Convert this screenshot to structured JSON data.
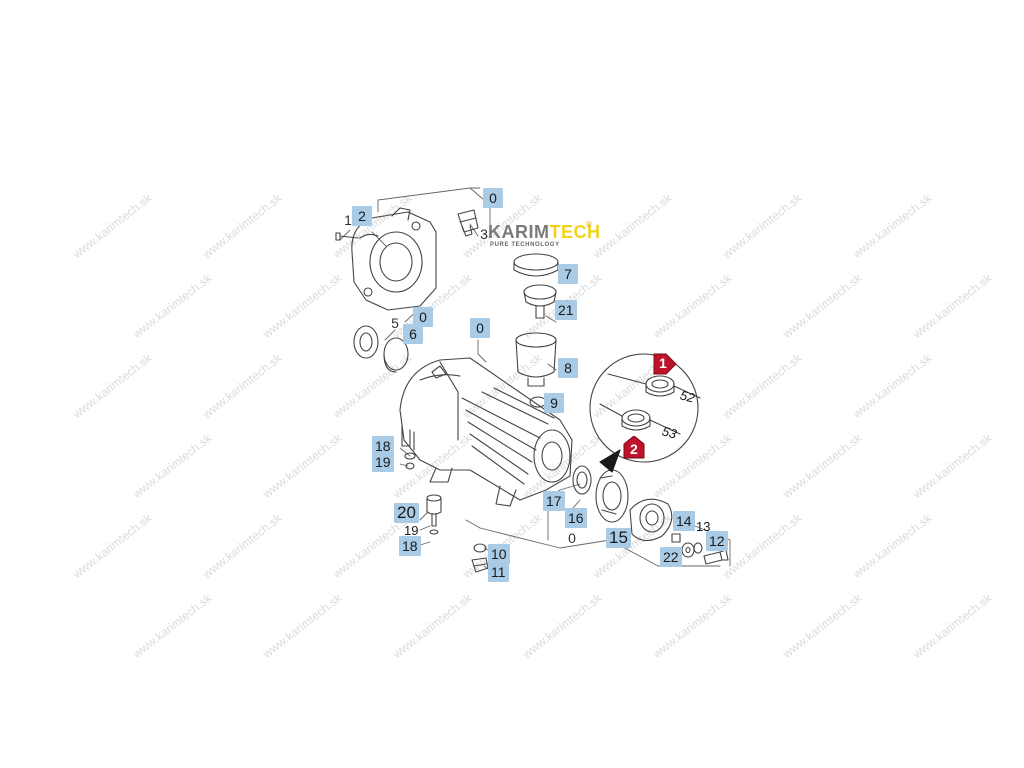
{
  "watermark": "www.karimtech.sk",
  "logo": {
    "name_part1": "KARIM",
    "name_part2": "TECH",
    "registered": "®",
    "tagline": "PURE TECHNOLOGY"
  },
  "callouts": {
    "c0a": "0",
    "c1": "1",
    "c2": "2",
    "c3": "3",
    "c7": "7",
    "c21": "21",
    "c5": "5",
    "c0b": "0",
    "c6": "6",
    "c0c": "0",
    "c8": "8",
    "c9": "9",
    "c18a": "18",
    "c19a": "19",
    "c20": "20",
    "c17": "17",
    "c16": "16",
    "c0d": "0",
    "c15": "15",
    "c14": "14",
    "c13": "13",
    "c12": "12",
    "c22": "22",
    "c10": "10",
    "c11": "11"
  },
  "plain_labels": {
    "p19": "19",
    "p18": "18"
  },
  "inset": {
    "marker1": "1",
    "marker2": "2",
    "dim1": "52",
    "dim2": "53"
  },
  "colors": {
    "callout_bg": "#a9cbe6",
    "marker_red": "#c0122a",
    "logo_yellow": "#f2d21a"
  }
}
